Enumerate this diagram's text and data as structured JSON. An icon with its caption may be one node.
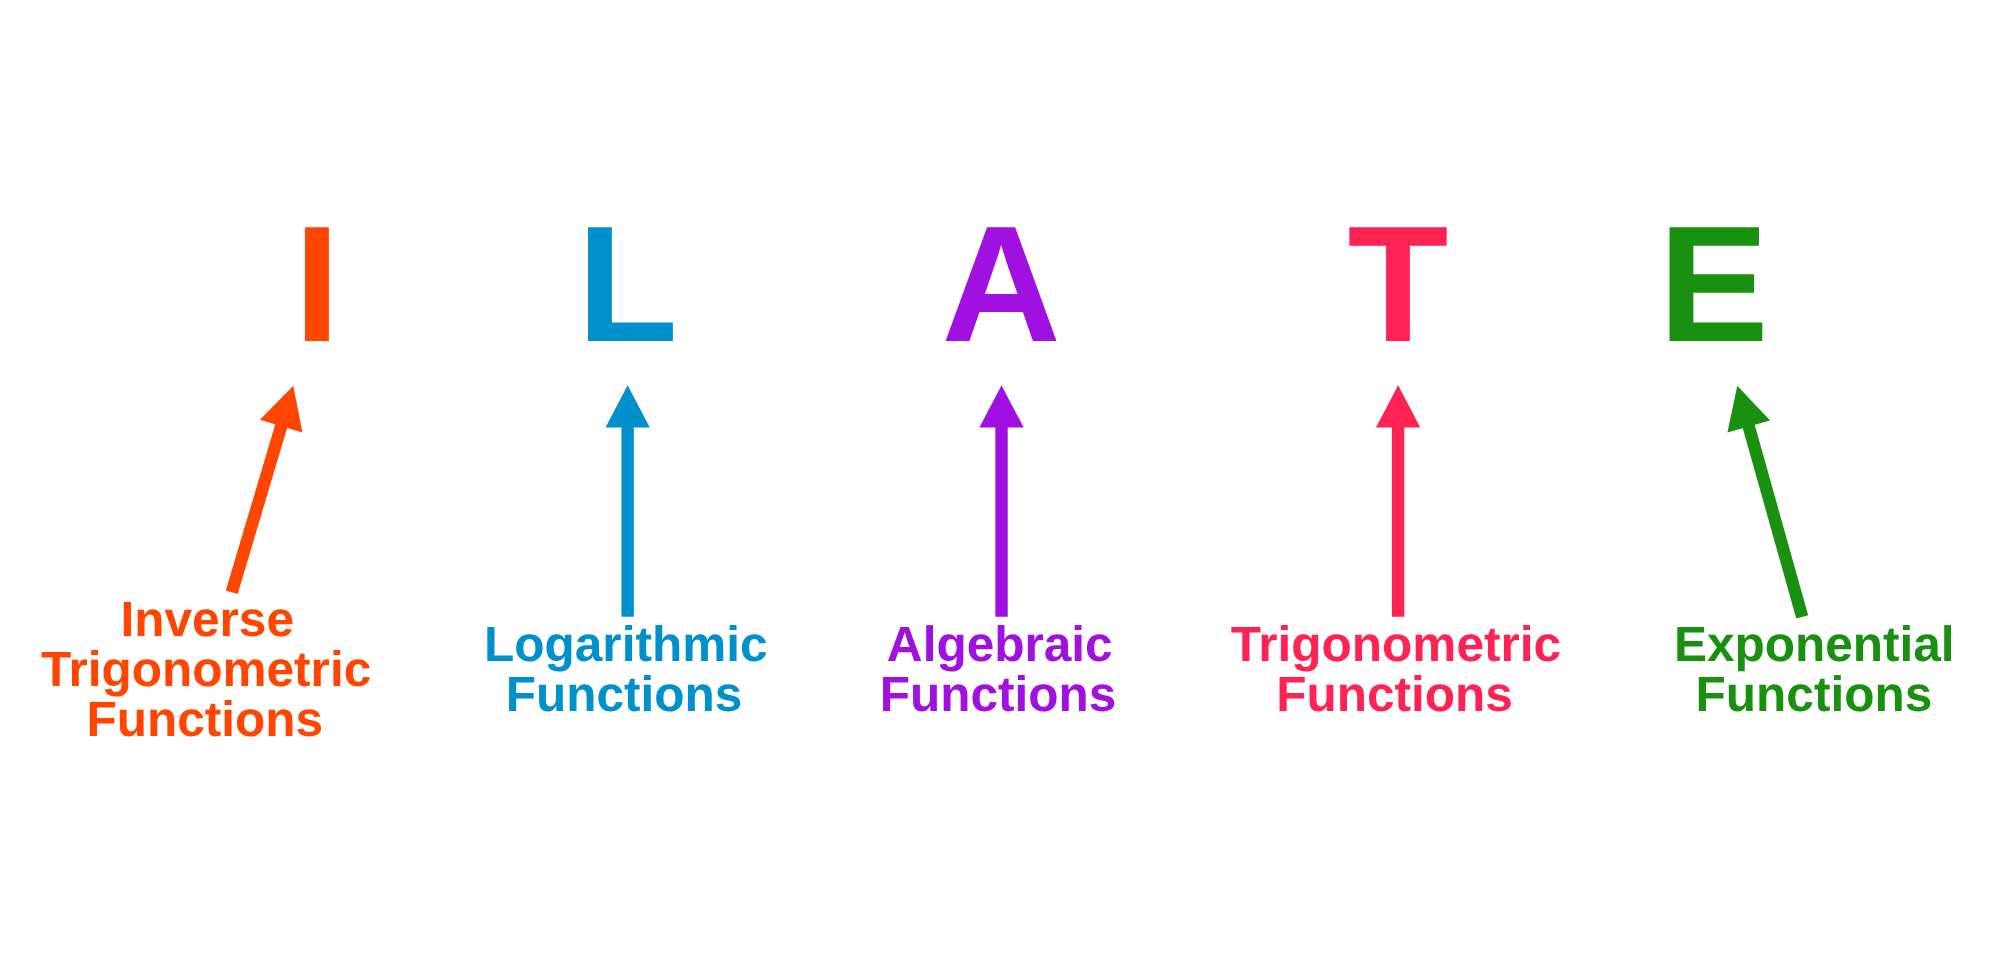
{
  "diagram": {
    "nodes": [
      {
        "text": [
          "I"
        ]
      },
      {
        "text": [
          "L"
        ]
      },
      {
        "text": [
          "A"
        ]
      },
      {
        "text": [
          "T"
        ]
      },
      {
        "text": [
          "E"
        ]
      },
      {
        "text": [
          "Inverse Trigonometric Functions"
        ]
      },
      {
        "text": [
          "Logarithmic Functions"
        ]
      },
      {
        "text": [
          "Algebraic Functions"
        ]
      },
      {
        "text": [
          "Trigonometric Functions"
        ]
      },
      {
        "text": [
          "Exponential Functions"
        ]
      }
    ],
    "edges": [
      {
        "from": 5,
        "to": 0,
        "arrow": "to",
        "color": "#ff4500"
      },
      {
        "from": 6,
        "to": 1,
        "arrow": "to",
        "color": "#0090cc"
      },
      {
        "from": 7,
        "to": 2,
        "arrow": "to",
        "color": "#a010e0"
      },
      {
        "from": 8,
        "to": 3,
        "arrow": "to",
        "color": "#ff2255"
      },
      {
        "from": 9,
        "to": 4,
        "arrow": "to",
        "color": "#1a9010"
      }
    ]
  }
}
